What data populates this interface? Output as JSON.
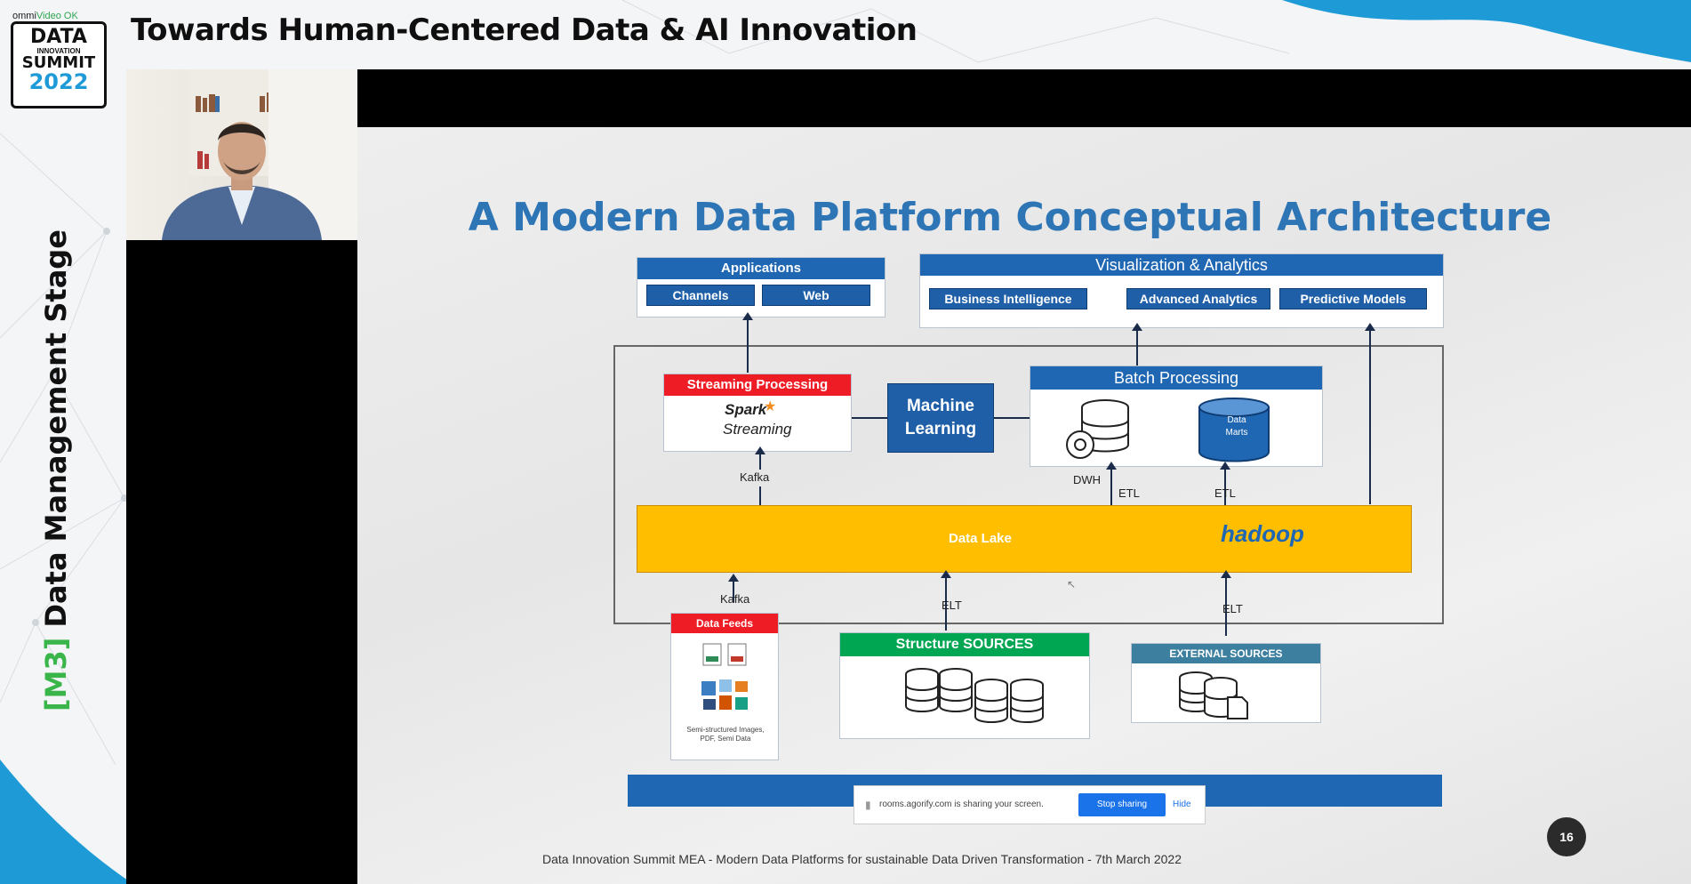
{
  "event": {
    "watermark_prefix": "ommi",
    "watermark_suffix": "Video OK",
    "logo_line1": "DATA",
    "logo_line2": "INNOVATION",
    "logo_line3": "SUMMIT",
    "logo_line4": "2022",
    "header_title": "Towards Human-Centered Data & AI Innovation",
    "stage_tag": "[M3]",
    "stage_name": "Data Management Stage"
  },
  "slide": {
    "title": "A Modern Data Platform Conceptual Architecture",
    "applications": {
      "title": "Applications",
      "channels": "Channels",
      "web": "Web"
    },
    "visualization": {
      "title": "Visualization & Analytics",
      "bi": "Business Intelligence",
      "advanced": "Advanced Analytics",
      "predictive": "Predictive Models"
    },
    "streaming": {
      "title": "Streaming Processing",
      "logo_line1": "Spark",
      "logo_line2": "Streaming"
    },
    "machine_learning": {
      "line1": "Machine",
      "line2": "Learning"
    },
    "batch": {
      "title": "Batch Processing",
      "data_marts": "Data Marts",
      "dwh": "DWH"
    },
    "labels": {
      "kafka_top": "Kafka",
      "etl_1": "ETL",
      "etl_2": "ETL",
      "kafka_bottom": "Kafka",
      "elt_1": "ELT",
      "elt_2": "ELT"
    },
    "data_lake": {
      "label": "Data Lake",
      "hadoop": "hadoop"
    },
    "data_feeds": {
      "title": "Data Feeds",
      "caption": "Semi-structured Images, PDF, Semi Data"
    },
    "structure_sources": {
      "title": "Structure SOURCES"
    },
    "external_sources": {
      "title": "EXTERNAL SOURCES"
    },
    "footer": "Data Innovation Summit MEA - Modern Data Platforms for sustainable Data Driven Transformation - 7th March 2022",
    "page_number": "16"
  },
  "share_bar": {
    "message": "rooms.agorify.com is sharing your screen.",
    "stop_label": "Stop sharing",
    "hide_label": "Hide"
  },
  "colors": {
    "accent_blue": "#1f66b3",
    "title_blue": "#2e75b6",
    "data_lake": "#ffbf00",
    "streaming_red": "#ee1c24",
    "structure_green": "#00a651",
    "external_teal": "#3d7f9e",
    "stage_green": "#39b54a"
  }
}
